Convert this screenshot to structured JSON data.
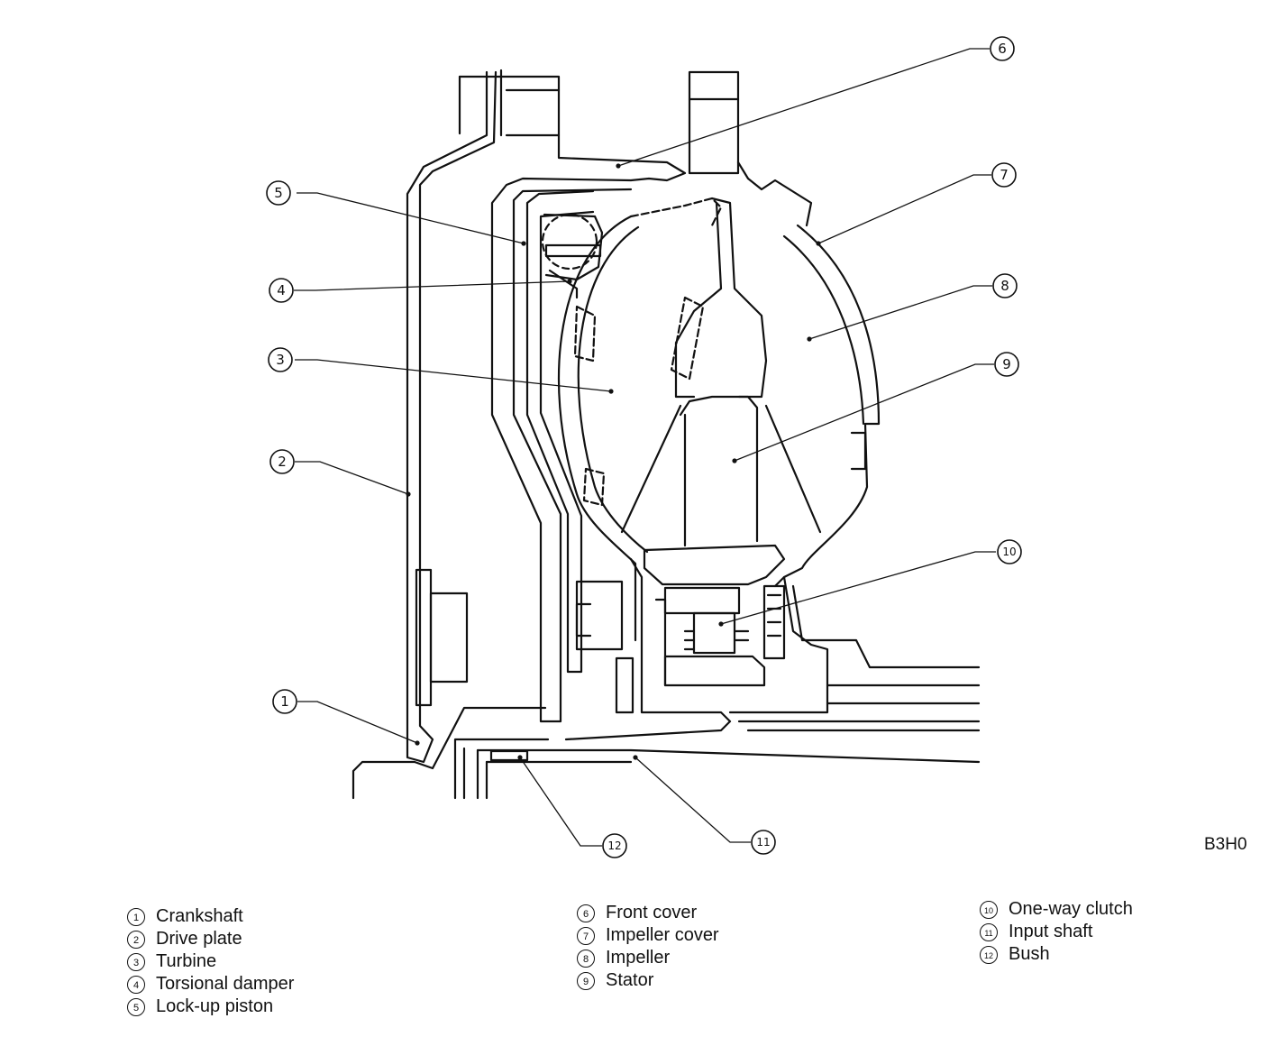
{
  "figure_code": "B3H0",
  "callouts": [
    "1",
    "2",
    "3",
    "4",
    "5",
    "6",
    "7",
    "8",
    "9",
    "10",
    "11",
    "12"
  ],
  "legend": {
    "col1": [
      {
        "num": "1",
        "label": "Crankshaft"
      },
      {
        "num": "2",
        "label": "Drive plate"
      },
      {
        "num": "3",
        "label": "Turbine"
      },
      {
        "num": "4",
        "label": "Torsional damper"
      },
      {
        "num": "5",
        "label": "Lock-up piston"
      }
    ],
    "col2": [
      {
        "num": "6",
        "label": "Front cover"
      },
      {
        "num": "7",
        "label": "Impeller cover"
      },
      {
        "num": "8",
        "label": "Impeller"
      },
      {
        "num": "9",
        "label": "Stator"
      }
    ],
    "col3": [
      {
        "num": "10",
        "label": "One-way clutch"
      },
      {
        "num": "11",
        "label": "Input shaft"
      },
      {
        "num": "12",
        "label": "Bush"
      }
    ]
  }
}
